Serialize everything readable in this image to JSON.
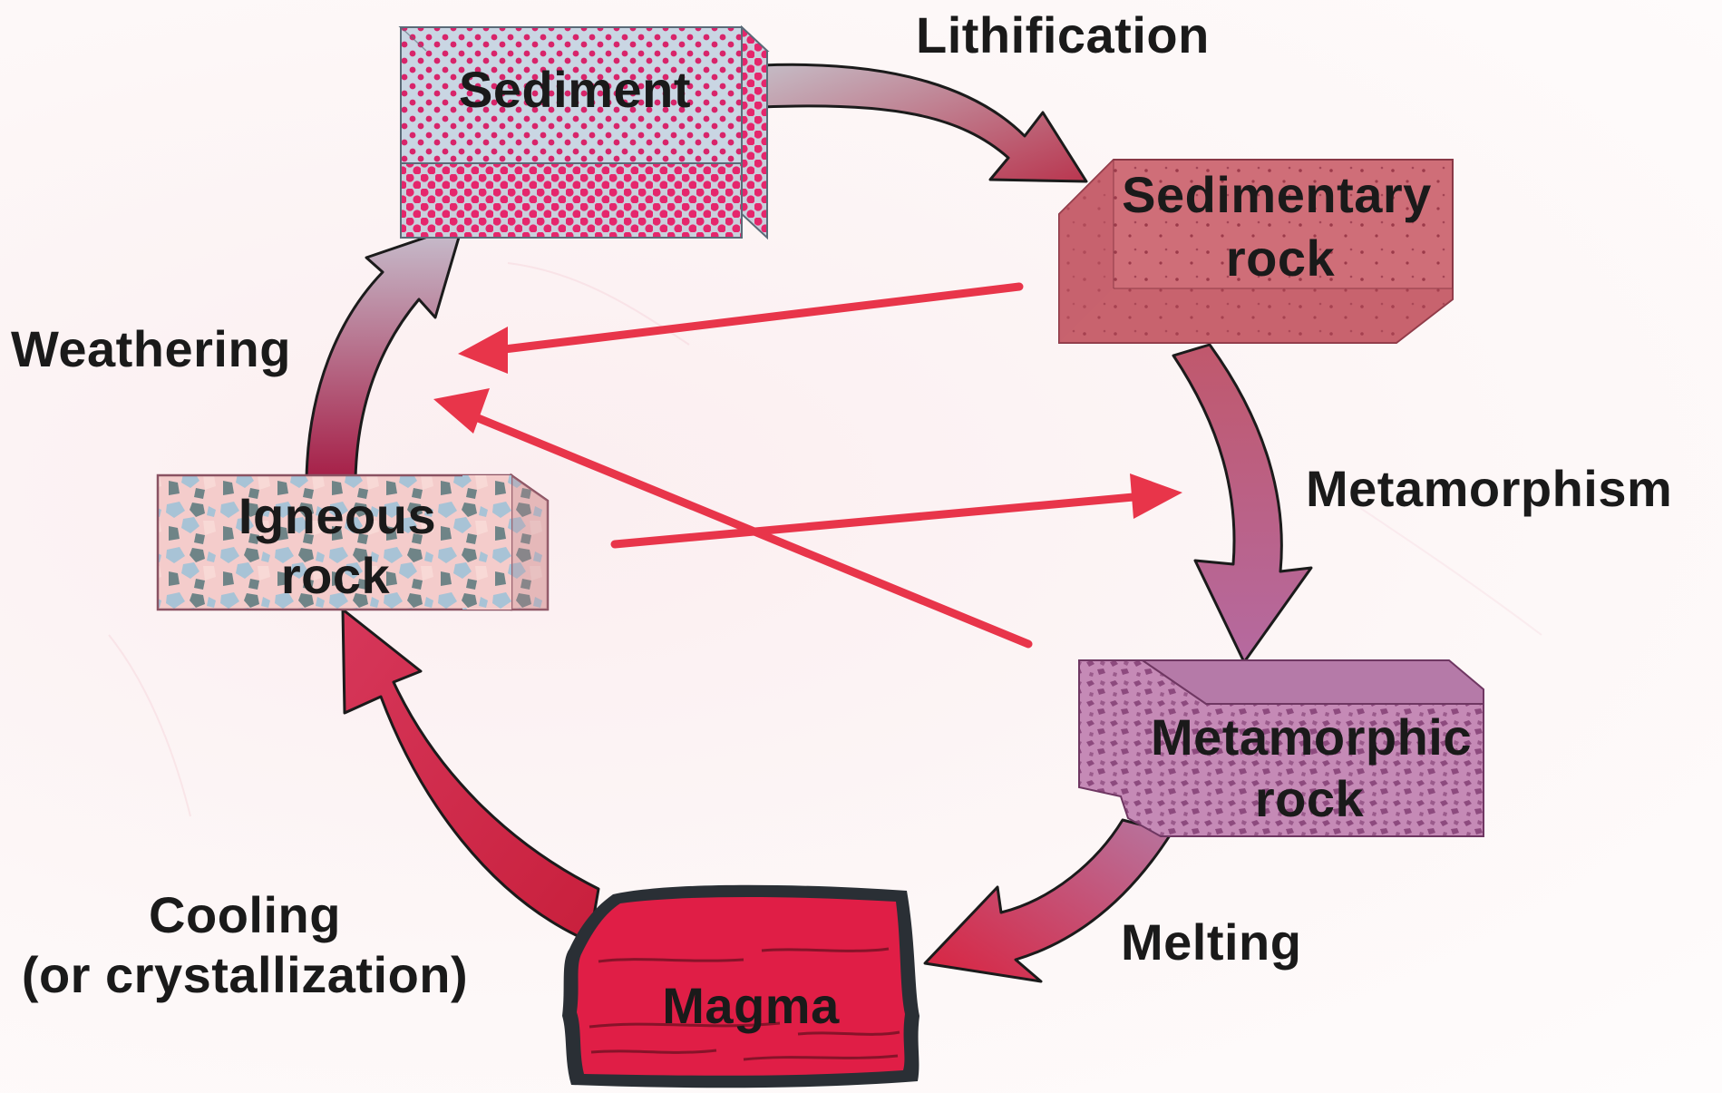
{
  "diagram": {
    "nodes": {
      "sediment": "Sediment",
      "sedimentary_rock": [
        "Sedimentary",
        "rock"
      ],
      "metamorphic_rock": [
        "Metamorphic",
        "rock"
      ],
      "magma": "Magma",
      "igneous_rock": [
        "Igneous",
        "rock"
      ]
    },
    "processes": {
      "lithification": "Lithification",
      "metamorphism": "Metamorphism",
      "melting": "Melting",
      "cooling": [
        "Cooling",
        "(or crystallization)"
      ],
      "weathering": "Weathering"
    },
    "colors": {
      "cycle_arrow_light": "#c8b5c2",
      "cycle_arrow_dark": "#b8264a",
      "shortcut_arrow": "#e8354a",
      "sediment_face": "#c9d6e3",
      "sediment_dots": "#e0266a",
      "sedimentary_face": "#cf6e78",
      "metamorphic_face": "#b777a5",
      "magma_fill": "#e01e46",
      "magma_outline": "#2a2f35",
      "igneous_face": "#f2c9c9"
    }
  }
}
